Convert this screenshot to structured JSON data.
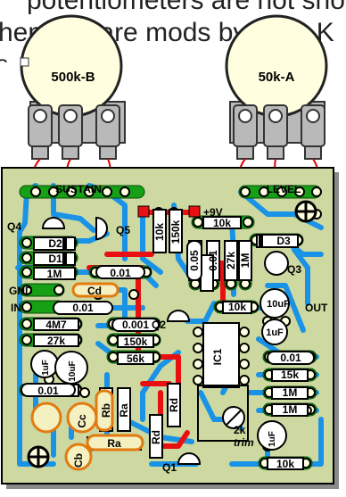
{
  "caption": {
    "line1": "potentiometers are not sho",
    "line2": "hematic are mods by R.G. K",
    "line3": "s."
  },
  "pots": [
    {
      "value": "500k-B"
    },
    {
      "value": "50k-A"
    }
  ],
  "board": {
    "sustain_label": "SUSTAIN",
    "level_label": "LEVEL",
    "power_label": "+9V",
    "gnd_label": "GND",
    "in_label": "IN",
    "out_label": "OUT",
    "trim_label": "trim",
    "trim_value": "2k"
  },
  "components": {
    "d1": "D1",
    "d2": "D2",
    "d3": "D3",
    "q1": "Q1",
    "q2": "Q2",
    "q3": "Q3",
    "q4": "Q4",
    "q5": "Q5",
    "ic1": "IC1",
    "r_1m_a": "1M",
    "r_4m7": "4M7",
    "r_27k": "27k",
    "c_cd": "Cd",
    "c_001_a": "0.01",
    "c_001_b": "0.01",
    "c_001_c": "0.01",
    "c_0001": "0.001",
    "r_150k_h": "150k",
    "r_56k": "56k",
    "r_10k_v": "10k",
    "r_150k_v": "150k",
    "r_10k_a": "10k",
    "c_005": "0.05",
    "c_01": "0.01",
    "r_27k_v": "27k",
    "r_1m_v": "1M",
    "r_10k_b": "10k",
    "r_15k": "15k",
    "r_1m_b": "1M",
    "r_1m_c": "1M",
    "c_001_d": "0.01",
    "c_1uf_a": "1uF",
    "c_1uf_b": "1uF",
    "c_1uf_c": "1uF",
    "c_10uf_a": "10uF",
    "c_10uf_b": "10uF",
    "r_rb": "Rb",
    "r_ra_v": "Ra",
    "r_rd_a": "Rd",
    "r_rd_b": "Rd",
    "r_ra_h": "Ra",
    "c_cc": "Cc",
    "c_cb": "Cb",
    "r_10k_bot": "10k"
  }
}
